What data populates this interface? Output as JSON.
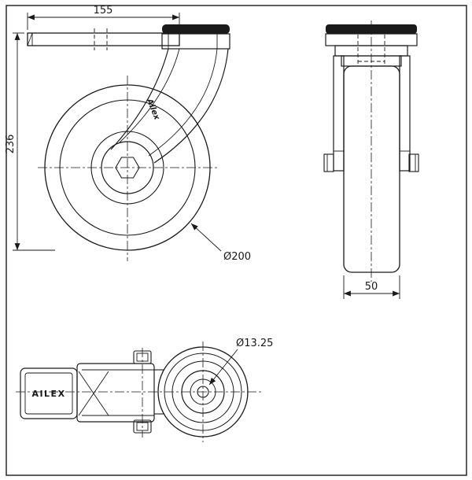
{
  "drawing": {
    "subject": "Swivel bolt-hole caster with brake, three orthographic views",
    "colors": {
      "line": "#1a1a1a",
      "background": "#ffffff",
      "solid_fill": "#1a1a1a"
    },
    "dimensions": {
      "plate_width": "155",
      "overall_height": "236",
      "wheel_diameter": "Ø200",
      "wheel_width": "50",
      "bolt_hole_diameter": "Ø13.25"
    },
    "brand": {
      "front_logo": "Ailex",
      "plan_logo": "AILEX"
    }
  }
}
